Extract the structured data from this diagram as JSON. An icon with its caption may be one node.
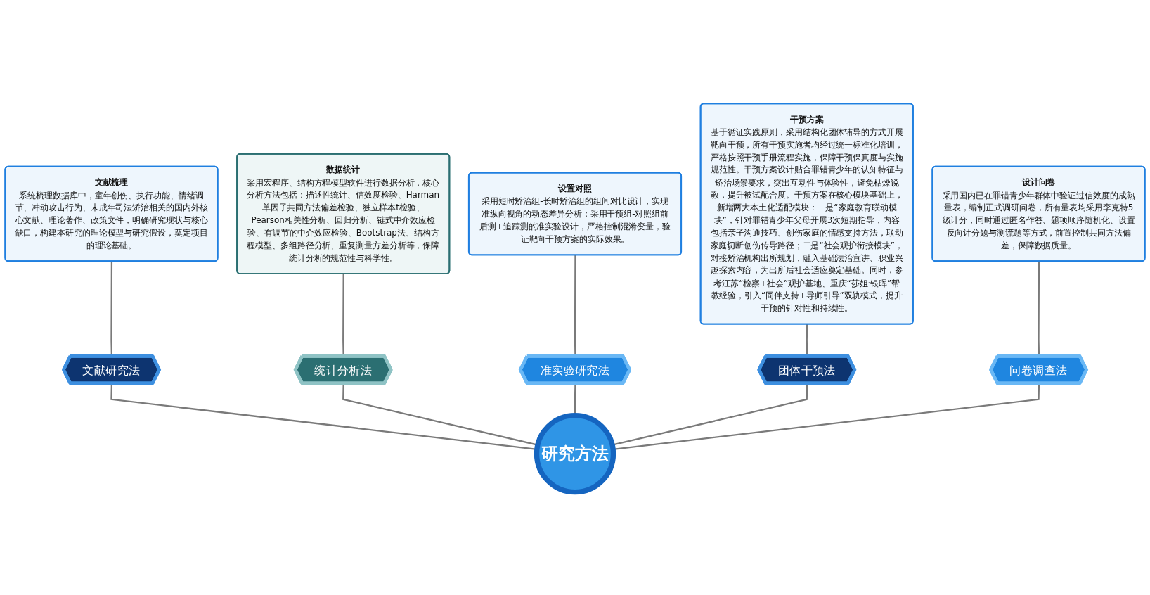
{
  "diagram": {
    "nodes": [
      {
        "text": [
          "研究方法"
        ]
      },
      {
        "text": [
          "文献研究法"
        ]
      },
      {
        "text": [
          "统计分析法"
        ]
      },
      {
        "text": [
          "准实验研究法"
        ]
      },
      {
        "text": [
          "团体干预法"
        ]
      },
      {
        "text": [
          "问卷调查法"
        ]
      },
      {
        "text": [
          "文献梳理",
          "系统梳理数据库中，童年创伤、执行功能、情绪调节、冲动攻击行为、未成年司法矫治相关的国内外核心文献、理论著作、政策文件，明确研究现状与核心缺口，构建本研究的理论模型与研究假设，奠定项目的理论基础。"
        ]
      },
      {
        "text": [
          "数据统计",
          "采用宏程序、结构方程模型软件进行数据分析，核心分析方法包括：描述性统计、信效度检验、Harman单因子共同方法偏差检验、独立样本t检验、Pearson相关性分析、回归分析、链式中介效应检验、有调节的中介效应检验、Bootstrap法、结构方程模型、多组路径分析、重复测量方差分析等，保障统计分析的规范性与科学性。"
        ]
      },
      {
        "text": [
          "设置对照",
          "采用短时矫治组-长时矫治组的组间对比设计，实现准纵向视角的动态差异分析；采用干预组-对照组前后测+追踪测的准实验设计，严格控制混淆变量，验证靶向干预方案的实际效果。"
        ]
      },
      {
        "text": [
          "干预方案",
          "基于循证实践原则，采用结构化团体辅导的方式开展靶向干预，所有干预实施者均经过统一标准化培训，严格按照干预手册流程实施，保障干预保真度与实施规范性。干预方案设计贴合罪错青少年的认知特征与矫治场景要求，突出互动性与体验性，避免枯燥说教，提升被试配合度。干预方案在核心模块基础上，新增两大本土化适配模块：一是“家庭教育联动模块”，针对罪错青少年父母开展3次短期指导，内容包括亲子沟通技巧、创伤家庭的情感支持方法，联动家庭切断创伤传导路径；二是“社会观护衔接模块”，对接矫治机构出所规划，融入基础法治宣讲、职业兴趣探索内容，为出所后社会适应奠定基础。同时，参考江苏“检察+社会”观护基地、重庆“莎姐·银晖”帮教经验，引入“同伴支持+导师引导”双轨模式，提升干预的针对性和持续性。"
        ]
      },
      {
        "text": [
          "设计问卷",
          "采用国内已在罪错青少年群体中验证过信效度的成熟量表，编制正式调研问卷，所有量表均采用李克特5级计分，同时通过匿名作答、题项顺序随机化、设置反向计分题与测谎题等方式，前置控制共同方法偏差，保障数据质量。"
        ]
      }
    ],
    "edges": [
      {
        "from": 0,
        "to": 1,
        "arrow": "none"
      },
      {
        "from": 0,
        "to": 2,
        "arrow": "none"
      },
      {
        "from": 0,
        "to": 3,
        "arrow": "none"
      },
      {
        "from": 0,
        "to": 4,
        "arrow": "none"
      },
      {
        "from": 0,
        "to": 5,
        "arrow": "none"
      },
      {
        "from": 1,
        "to": 6,
        "arrow": "none"
      },
      {
        "from": 2,
        "to": 7,
        "arrow": "none"
      },
      {
        "from": 3,
        "to": 8,
        "arrow": "none"
      },
      {
        "from": 4,
        "to": 9,
        "arrow": "none"
      },
      {
        "from": 5,
        "to": 10,
        "arrow": "none"
      }
    ]
  }
}
